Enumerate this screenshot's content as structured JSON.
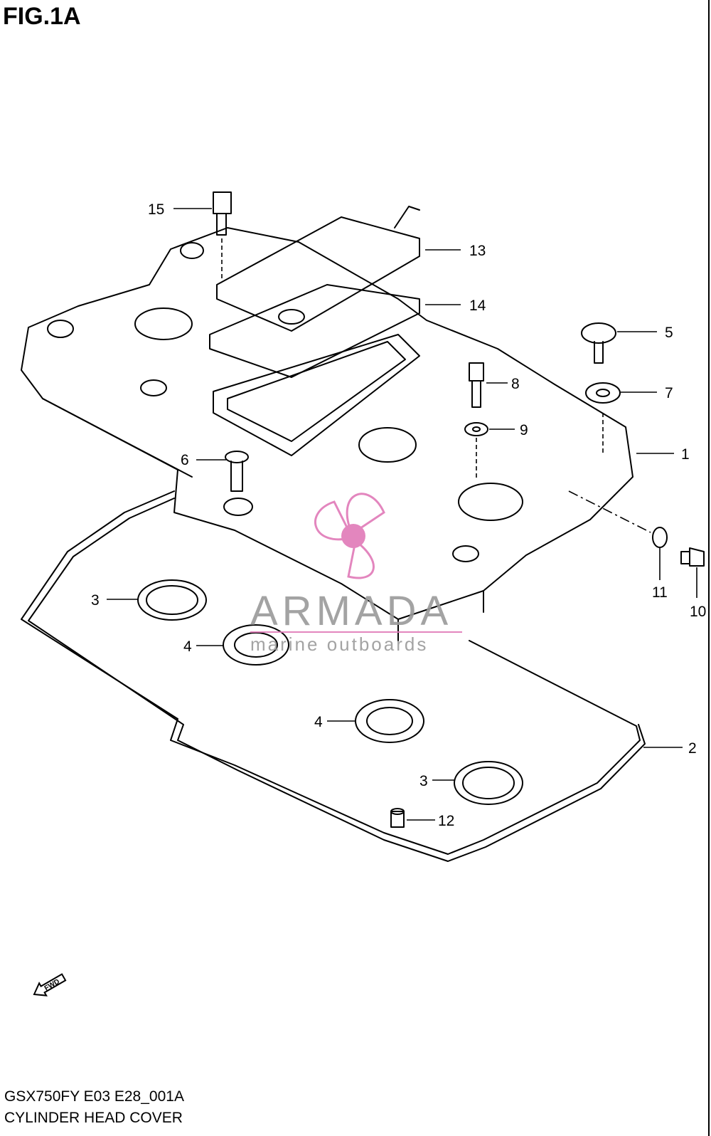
{
  "figure": {
    "title": "FIG.1A"
  },
  "footer": {
    "model_code": "GSX750FY E03 E28_001A",
    "section_name": "CYLINDER HEAD COVER"
  },
  "watermark": {
    "brand": "ARMADA",
    "tagline": "marine outboards",
    "accent_color": "#e07ab8"
  },
  "direction_marker": {
    "label": "FWD"
  },
  "callouts": [
    "15",
    "13",
    "14",
    "5",
    "8",
    "7",
    "9",
    "1",
    "6",
    "11",
    "10",
    "3",
    "4",
    "4",
    "3",
    "2",
    "12"
  ]
}
